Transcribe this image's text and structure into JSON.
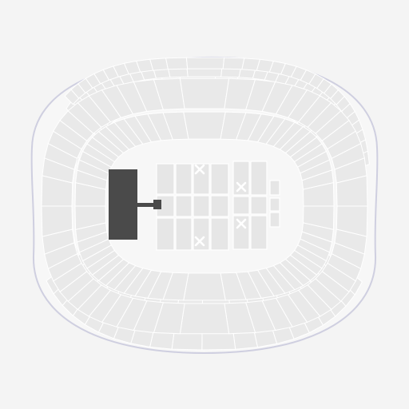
{
  "colors": {
    "background": "#f4f4f4",
    "outline": "#cfcfe0",
    "concourse": "#f7f7f7",
    "section": "#e9e9e9",
    "stage": "#4a4a4a",
    "divider": "#ffffff"
  },
  "stage": {
    "icon": "stage-block"
  },
  "floor": {
    "icon": "general-admission-floor"
  },
  "markers": [
    "x-marker",
    "x-marker",
    "x-marker",
    "x-marker"
  ]
}
